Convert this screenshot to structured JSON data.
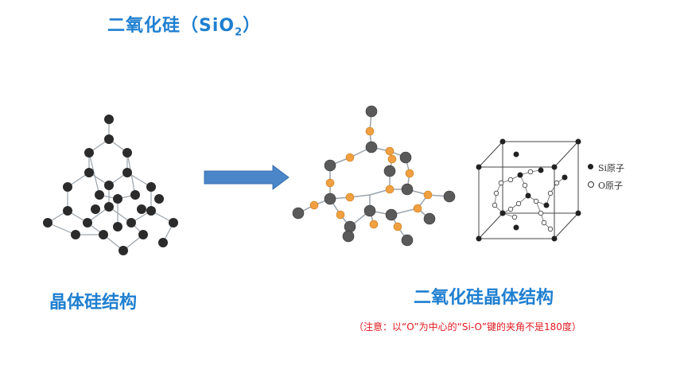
{
  "title": {
    "text": "二氧化硅（SiO",
    "sub": "2",
    "close": "）"
  },
  "silicon_crystal_label": "晶体硅结构",
  "silica_crystal_label": "二氧化硅晶体结构",
  "note": "（注意：以“O”为中心的“Si-O”键的夹角不是180度）",
  "legend": {
    "si": "Si原子",
    "o": "O原子"
  },
  "colors": {
    "accent": "#1f7fd0",
    "note": "#e0191f",
    "arrow": "#4a86c8",
    "oxygen": "#f0a040",
    "silicon": "#444444"
  }
}
